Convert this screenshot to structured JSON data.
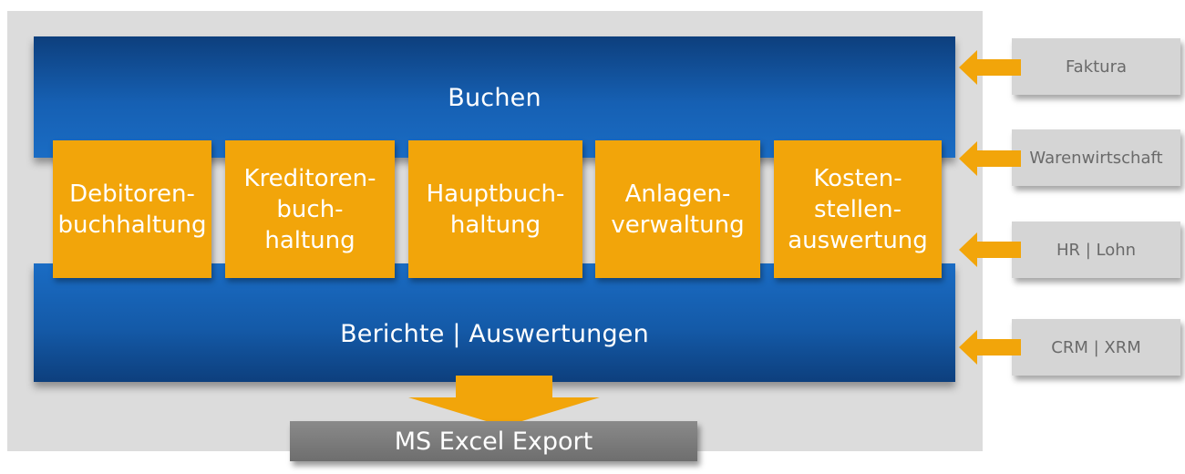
{
  "diagram": {
    "top_band": {
      "title": "Buchen"
    },
    "bottom_band": {
      "title": "Berichte | Auswertungen"
    },
    "modules": [
      {
        "label": "Debitoren-\nbuchhaltung"
      },
      {
        "label": "Kreditoren-\nbuch-\nhaltung"
      },
      {
        "label": "Hauptbuch-\nhaltung"
      },
      {
        "label": "Anlagen-\nverwaltung"
      },
      {
        "label": "Kosten-\nstellen-\nauswertung"
      }
    ],
    "sources": [
      {
        "label": "Faktura"
      },
      {
        "label": "Warenwirtschaft"
      },
      {
        "label": "HR | Lohn"
      },
      {
        "label": "CRM | XRM"
      }
    ],
    "export": {
      "label": "MS Excel Export"
    }
  },
  "colors": {
    "module_orange": "#f2a50a",
    "band_blue": "#1660b3",
    "band_blue_dark": "#0d3f7d",
    "panel_gray": "#dcdcdc",
    "source_gray": "#d5d5d5",
    "export_gray": "#7a7a7a"
  }
}
